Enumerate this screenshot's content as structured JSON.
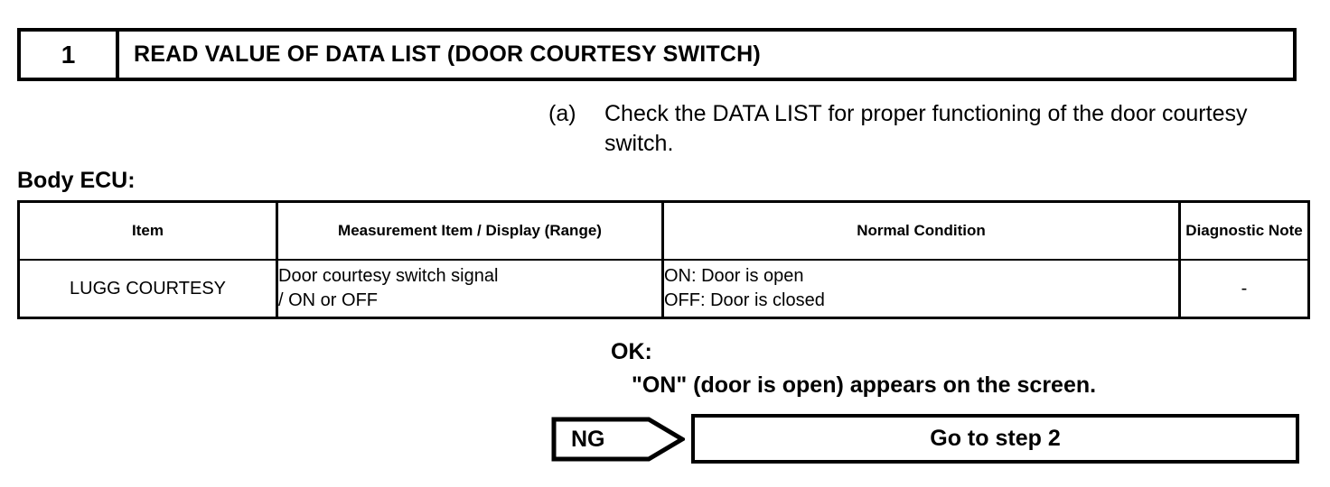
{
  "step": {
    "number": "1",
    "title": "READ VALUE OF DATA LIST (DOOR COURTESY SWITCH)"
  },
  "instruction": {
    "marker": "(a)",
    "text": "Check the DATA LIST for proper functioning of the door courtesy switch."
  },
  "section": {
    "label": "Body ECU:"
  },
  "table": {
    "headers": [
      "Item",
      "Measurement Item / Display (Range)",
      "Normal Condition",
      "Diagnostic Note"
    ],
    "rows": [
      {
        "item": "LUGG COURTESY",
        "measurement_line1": "Door courtesy switch signal",
        "measurement_line2": "/ ON or OFF",
        "normal_line1": "ON: Door is open",
        "normal_line2": "OFF: Door is closed",
        "note": "-"
      }
    ]
  },
  "result": {
    "ok_label": "OK:",
    "ok_text": "\"ON\" (door is open) appears on the screen."
  },
  "next": {
    "ng_label": "NG",
    "action": "Go to step 2"
  }
}
